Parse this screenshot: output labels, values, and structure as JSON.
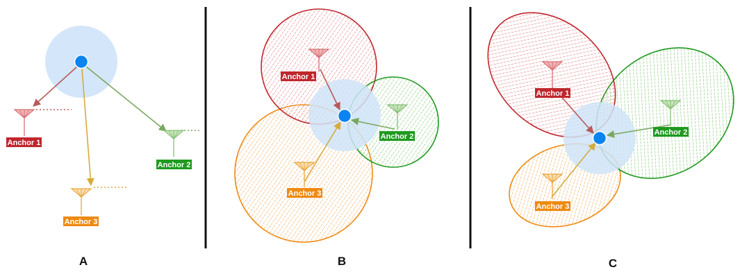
{
  "colors": {
    "red": "#c0262d",
    "red_light": "#f08a8c",
    "green": "#1e9a1e",
    "green_light": "#8fcd7d",
    "orange": "#ee8a12",
    "orange_light": "#f7b56a",
    "blue": "#0a84f0",
    "halo": "#cfe4f8",
    "divider": "#111111"
  },
  "icons": {
    "device": "blue-device-dot-icon",
    "anchor": "antenna-icon"
  },
  "panels": [
    {
      "label": "A",
      "anchors": [
        {
          "label": "Anchor 1",
          "color": "red"
        },
        {
          "label": "Anchor 2",
          "color": "green"
        },
        {
          "label": "Anchor 3",
          "color": "orange"
        }
      ]
    },
    {
      "label": "B",
      "anchors": [
        {
          "label": "Anchor 1",
          "color": "red"
        },
        {
          "label": "Anchor 2",
          "color": "green"
        },
        {
          "label": "Anchor 3",
          "color": "orange"
        }
      ]
    },
    {
      "label": "C",
      "anchors": [
        {
          "label": "Anchor 1",
          "color": "red"
        },
        {
          "label": "Anchor 2",
          "color": "green"
        },
        {
          "label": "Anchor 3",
          "color": "orange"
        }
      ]
    }
  ]
}
